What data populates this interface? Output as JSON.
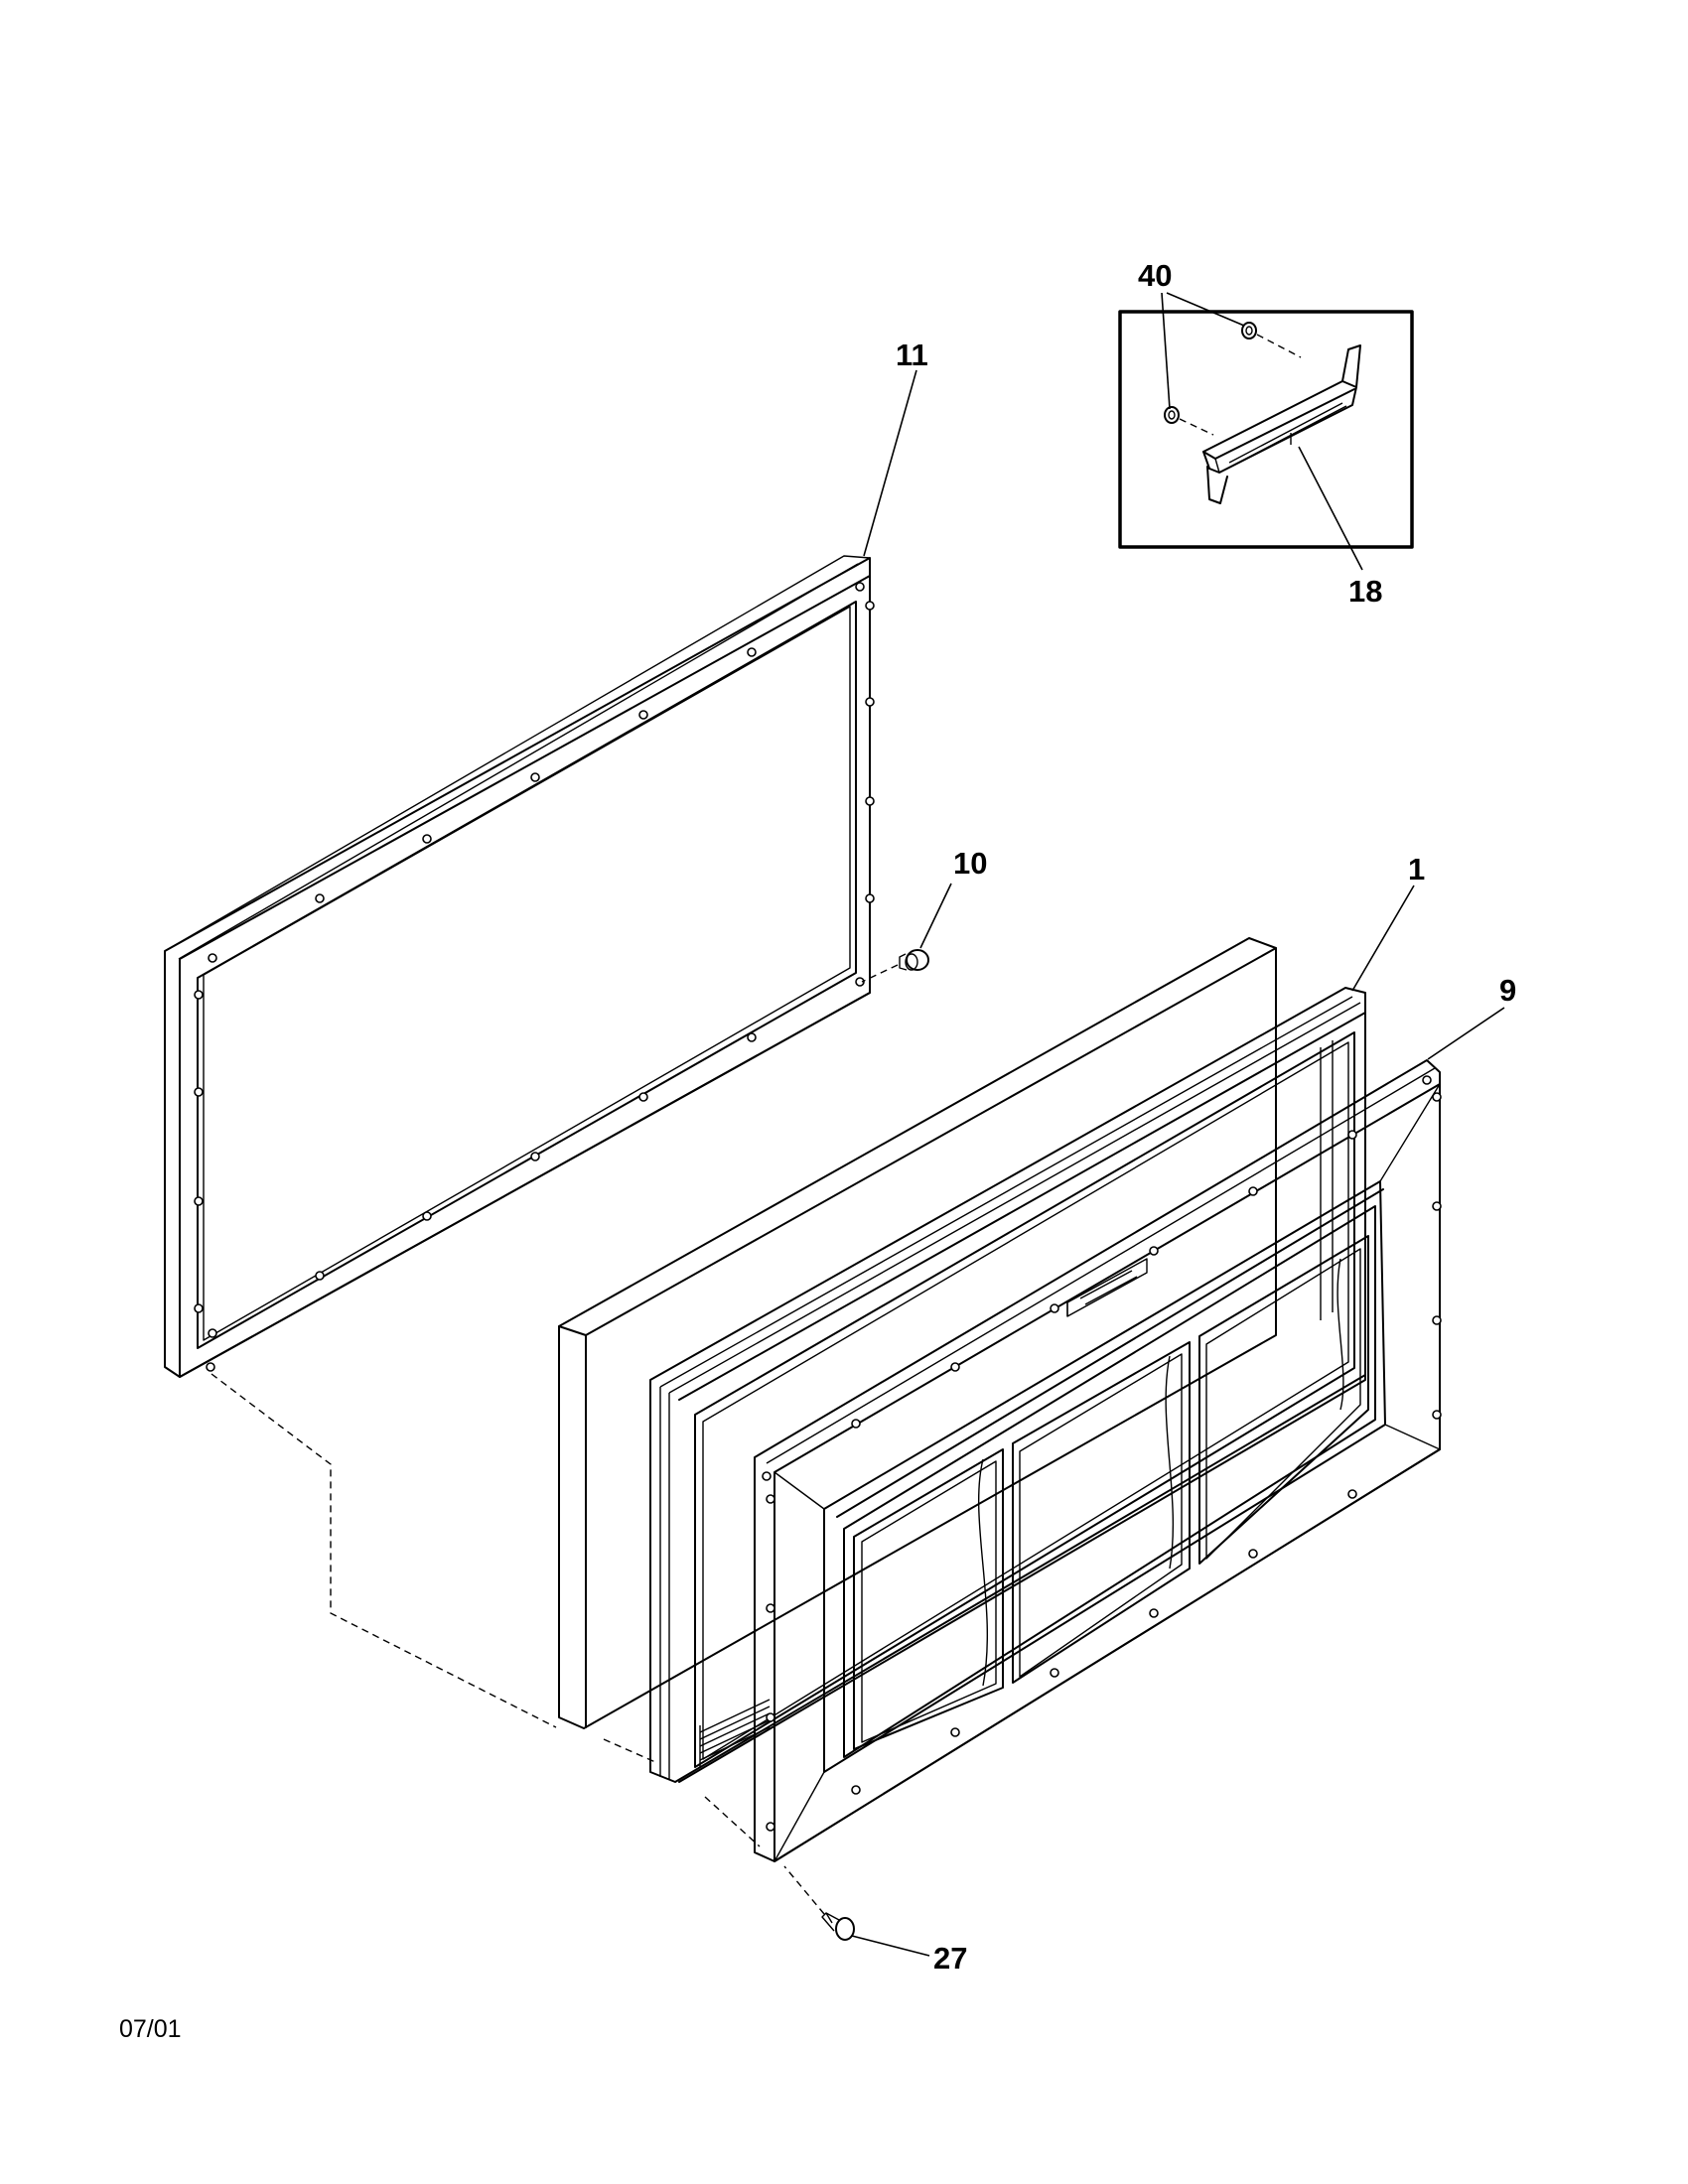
{
  "callouts": {
    "c40": "40",
    "c11": "11",
    "c18": "18",
    "c10": "10",
    "c1": "1",
    "c9": "9",
    "c27": "27"
  },
  "footer": {
    "date_code": "07/01"
  }
}
